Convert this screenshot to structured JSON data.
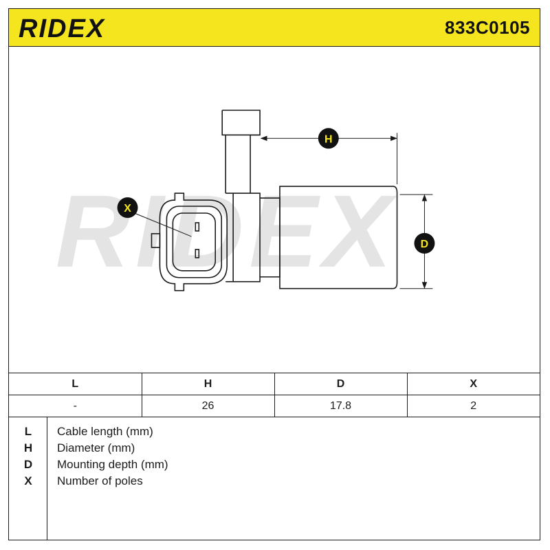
{
  "header": {
    "brand": "RIDEX",
    "part_number": "833C0105"
  },
  "drawing": {
    "watermark": "RIDEX",
    "labels": {
      "h": "H",
      "d": "D",
      "x": "X"
    }
  },
  "dimensions_table": {
    "headers": [
      "L",
      "H",
      "D",
      "X"
    ],
    "values": [
      "-",
      "26",
      "17.8",
      "2"
    ]
  },
  "legend": [
    {
      "key": "L",
      "description": "Cable length (mm)"
    },
    {
      "key": "H",
      "description": "Diameter (mm)"
    },
    {
      "key": "D",
      "description": "Mounting depth (mm)"
    },
    {
      "key": "X",
      "description": "Number of poles"
    }
  ],
  "colors": {
    "header_yellow": "#f5e51f",
    "line": "#1a1a1a",
    "watermark": "#e6e6e6",
    "badge": "#111111"
  }
}
